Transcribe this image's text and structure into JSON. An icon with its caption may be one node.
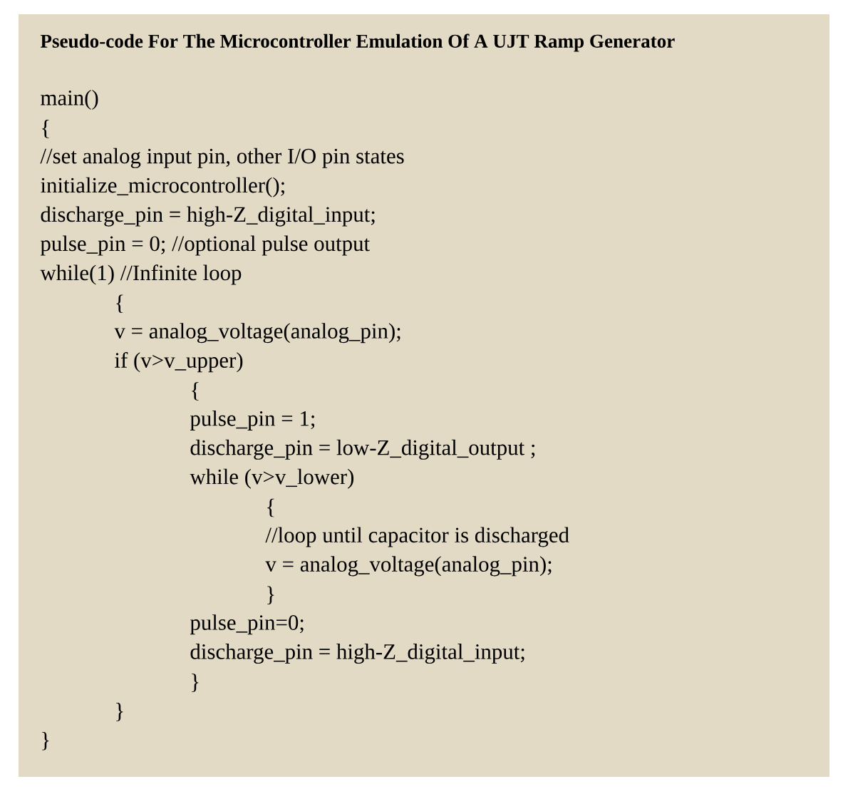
{
  "diagram": {
    "title": "Pseudo-code For The Microcontroller Emulation Of A UJT Ramp Generator",
    "labels": [
      "main()",
      "{",
      "//set analog input pin, other I/O pin states",
      "initialize_microcontroller();",
      "discharge_pin = high-Z_digital_input;",
      "pulse_pin = 0; //optional pulse output",
      "while(1) //Infinite loop",
      "{",
      "v = analog_voltage(analog_pin);",
      "if (v>v_upper)",
      "{",
      "pulse_pin = 1;",
      "discharge_pin = low-Z_digital_output ;",
      "while (v>v_lower)",
      "{",
      "//loop until capacitor is discharged",
      "v = analog_voltage(analog_pin);",
      "}",
      "pulse_pin=0;",
      "discharge_pin = high-Z_digital_input;",
      "}",
      "}",
      "}"
    ]
  }
}
